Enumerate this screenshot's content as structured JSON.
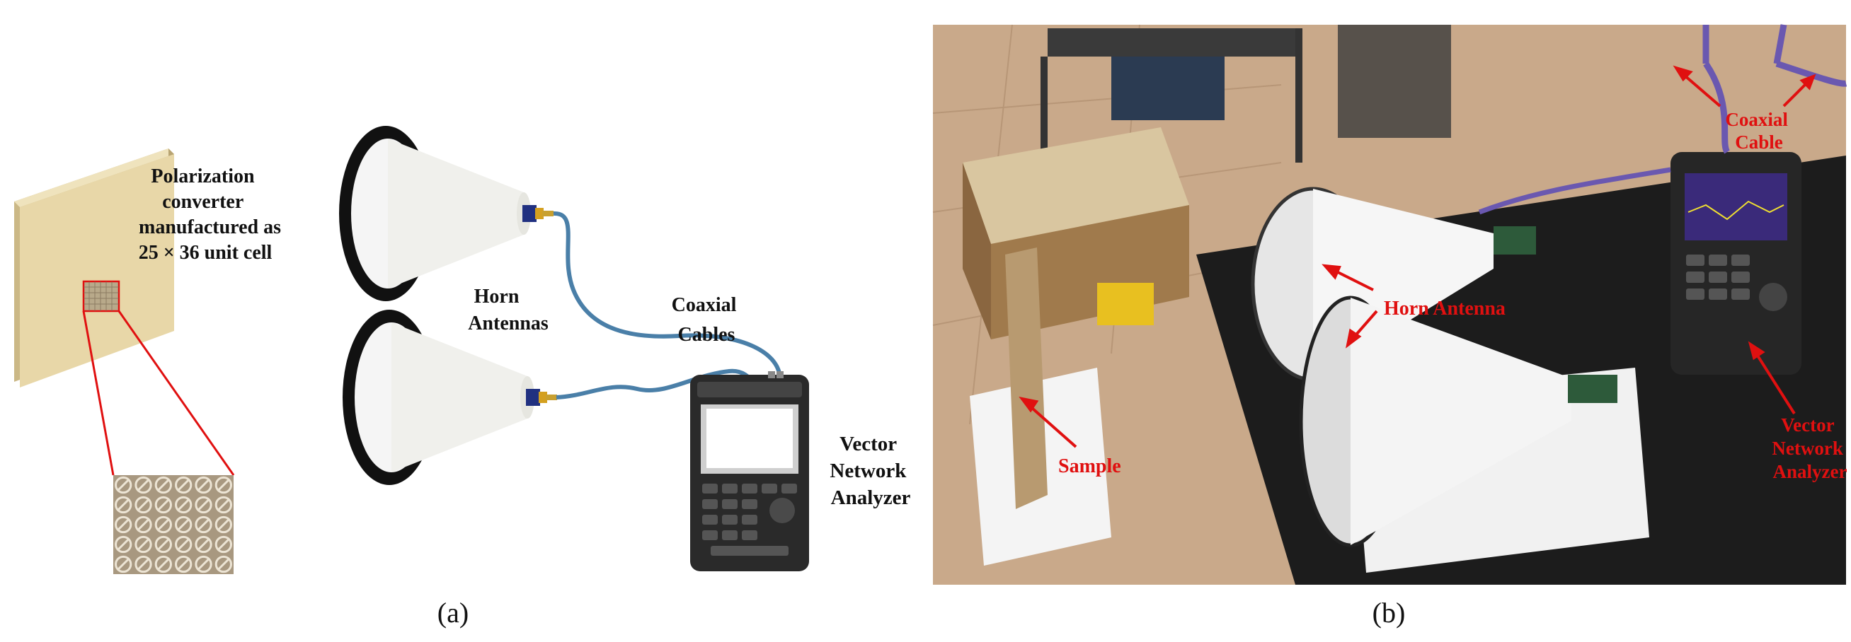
{
  "panel_a": {
    "converter_label": [
      "Polarization",
      "converter",
      "manufactured  as",
      "25 × 36 unit  cell"
    ],
    "horn_label": [
      "Horn",
      "Antennas"
    ],
    "cable_label": [
      "Coaxial",
      "Cables"
    ],
    "vna_label": [
      "Vector",
      "Network",
      "Analyzer"
    ],
    "caption": "(a)"
  },
  "panel_b": {
    "coaxial_label": [
      "Coaxial",
      "Cable"
    ],
    "horn_label": "Horn Antenna",
    "sample_label": "Sample",
    "vna_label": [
      "Vector",
      "Network",
      "Analyzer"
    ],
    "caption": "(b)"
  },
  "colors": {
    "annotation_red": "#e01010",
    "board": "#e8d7a8",
    "cable": "#4a7fa8",
    "horn_rim": "#111111"
  }
}
